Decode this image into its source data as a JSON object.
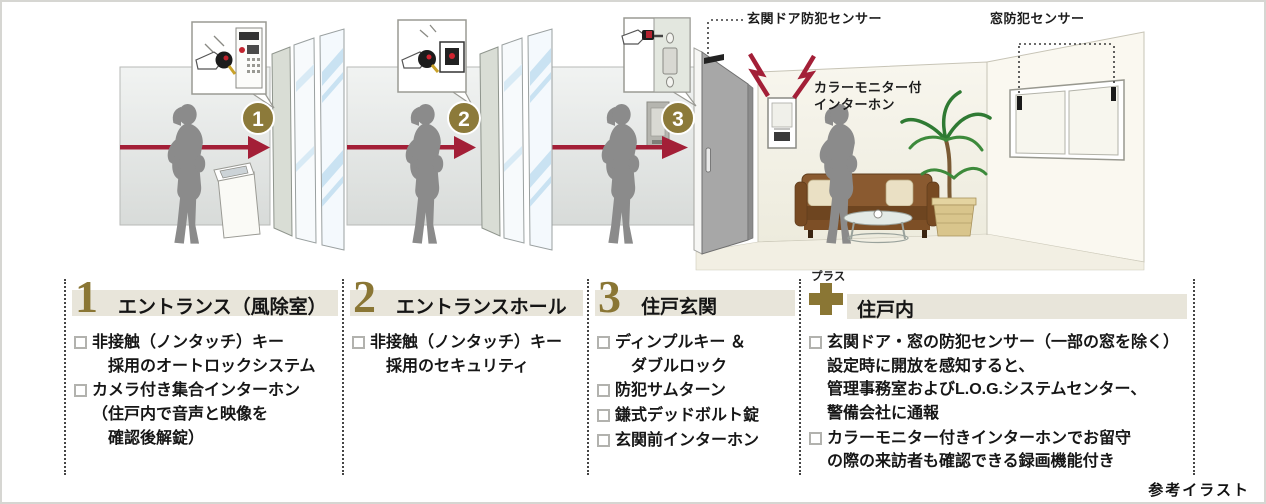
{
  "labels": {
    "door_sensor": "玄関ドア防犯センサー",
    "window_sensor": "窓防犯センサー",
    "intercom": "カラーモニター付\nインターホン",
    "reference_note": "参考イラスト"
  },
  "steps": [
    "1",
    "2",
    "3"
  ],
  "sections": [
    {
      "number": "1",
      "title": "エントランス（風除室）",
      "items": [
        "非接触（ノンタッチ）キー\n　採用のオートロックシステム",
        "カメラ付き集合インターホン\n（住戸内で音声と映像を\n　確認後解錠）"
      ]
    },
    {
      "number": "2",
      "title": "エントランスホール",
      "items": [
        "非接触（ノンタッチ）キー\n　採用のセキュリティ"
      ]
    },
    {
      "number": "3",
      "title": "住戸玄関",
      "items": [
        "ディンプルキー ＆\n　ダブルロック",
        "防犯サムターン",
        "鎌式デッドボルト錠",
        "玄関前インターホン"
      ]
    },
    {
      "number": "+",
      "plus_label": "プラス",
      "title": "住戸内",
      "items": [
        "玄関ドア・窓の防犯センサー（一部の窓を除く）\n設定時に開放を感知すると、\n管理事務室およびL.O.G.システムセンター、\n警備会社に通報",
        "カラーモニター付きインターホンでお留守\nの際の来訪者も確認できる録画機能付き"
      ]
    }
  ],
  "colors": {
    "accent_gold": "#8a7634",
    "arrow_red": "#a31f37",
    "header_bar": "#e8e5da",
    "silhouette": "#8b8b8b"
  }
}
